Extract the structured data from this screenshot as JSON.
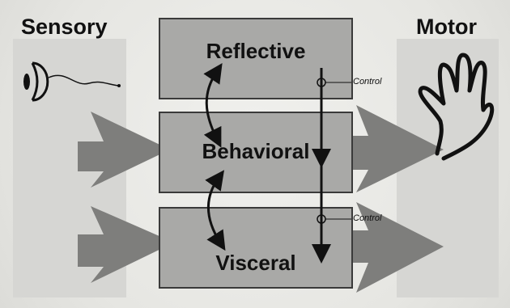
{
  "diagram": {
    "sensory_label": "Sensory",
    "motor_label": "Motor",
    "levels": [
      {
        "label": "Reflective"
      },
      {
        "label": "Behavioral"
      },
      {
        "label": "Visceral"
      }
    ],
    "control_labels": [
      "Control",
      "Control"
    ],
    "icons": [
      "eye-icon",
      "hand-icon"
    ]
  }
}
